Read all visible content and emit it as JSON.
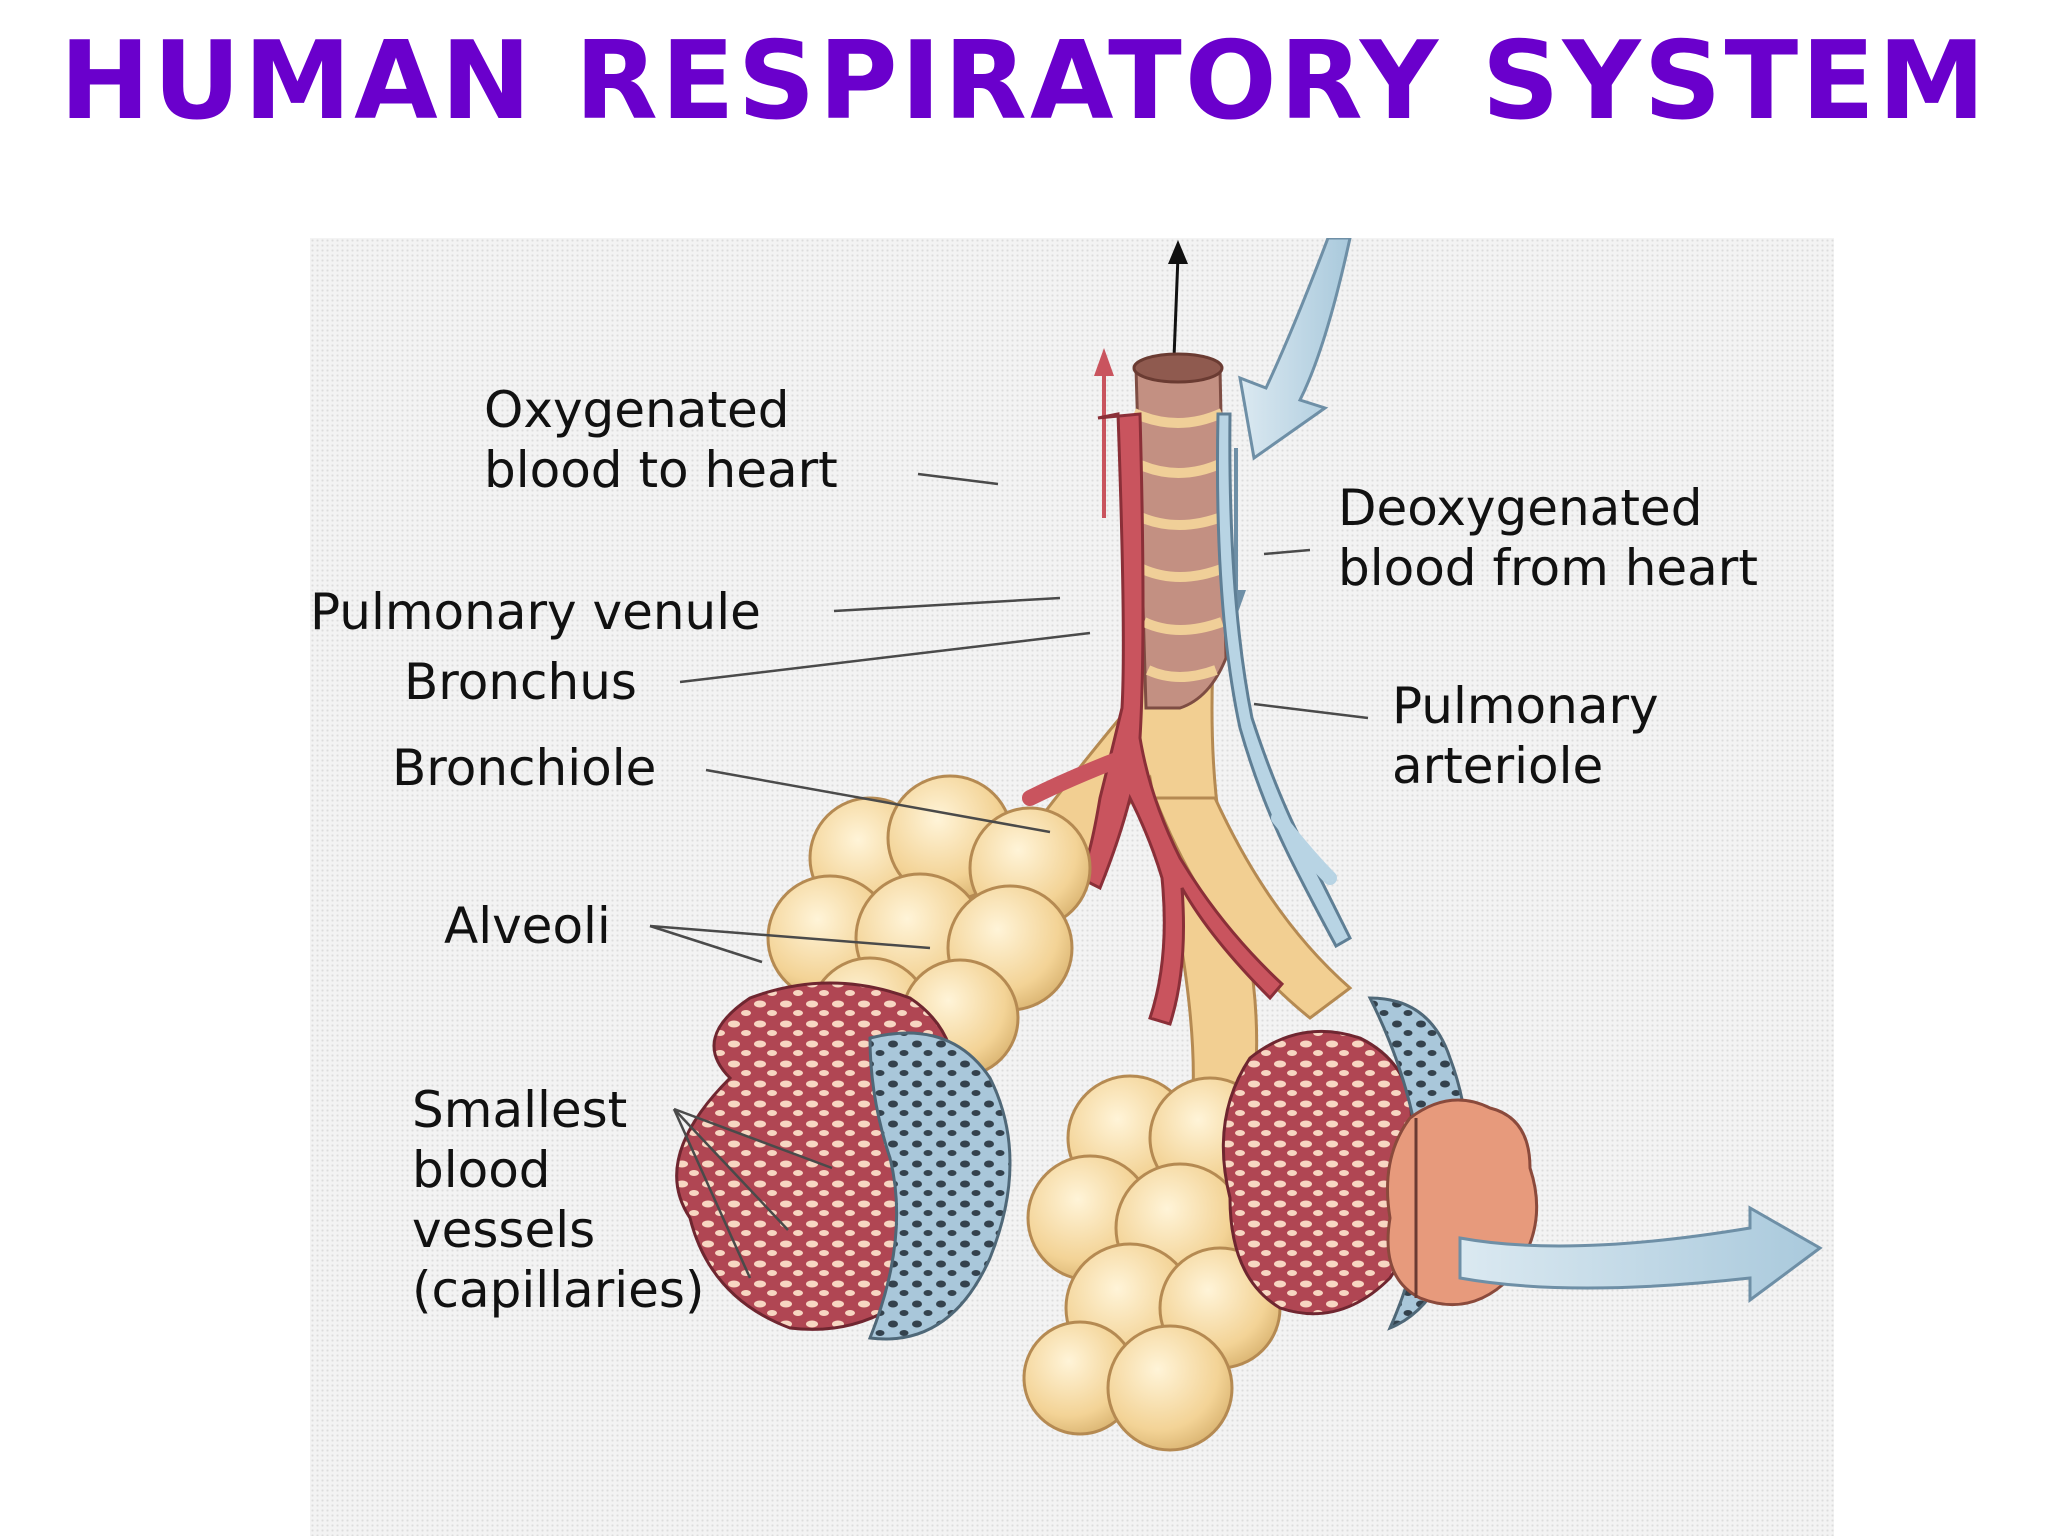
{
  "title": "Human Respiratory System",
  "colors": {
    "title": "#6a00cc",
    "bronchus": "#f2cf92",
    "bronchus_ring": "#b87d70",
    "artery_red": "#c9545e",
    "vein_blue": "#b8d4e4",
    "alveoli": "#f6dca4",
    "capillary_red": "#b04653",
    "capillary_blue": "#a9c7da",
    "leader_line": "#4a4a4a"
  },
  "labels": {
    "oxygenated": "Oxygenated\nblood to heart",
    "deoxygenated": "Deoxygenated\nblood from heart",
    "pulmonary_venule": "Pulmonary venule",
    "bronchus": "Bronchus",
    "bronchiole": "Bronchiole",
    "pulmonary_arteriole": "Pulmonary\narteriole",
    "alveoli": "Alveoli",
    "capillaries": "Smallest\nblood\nvessels\n(capillaries)"
  }
}
